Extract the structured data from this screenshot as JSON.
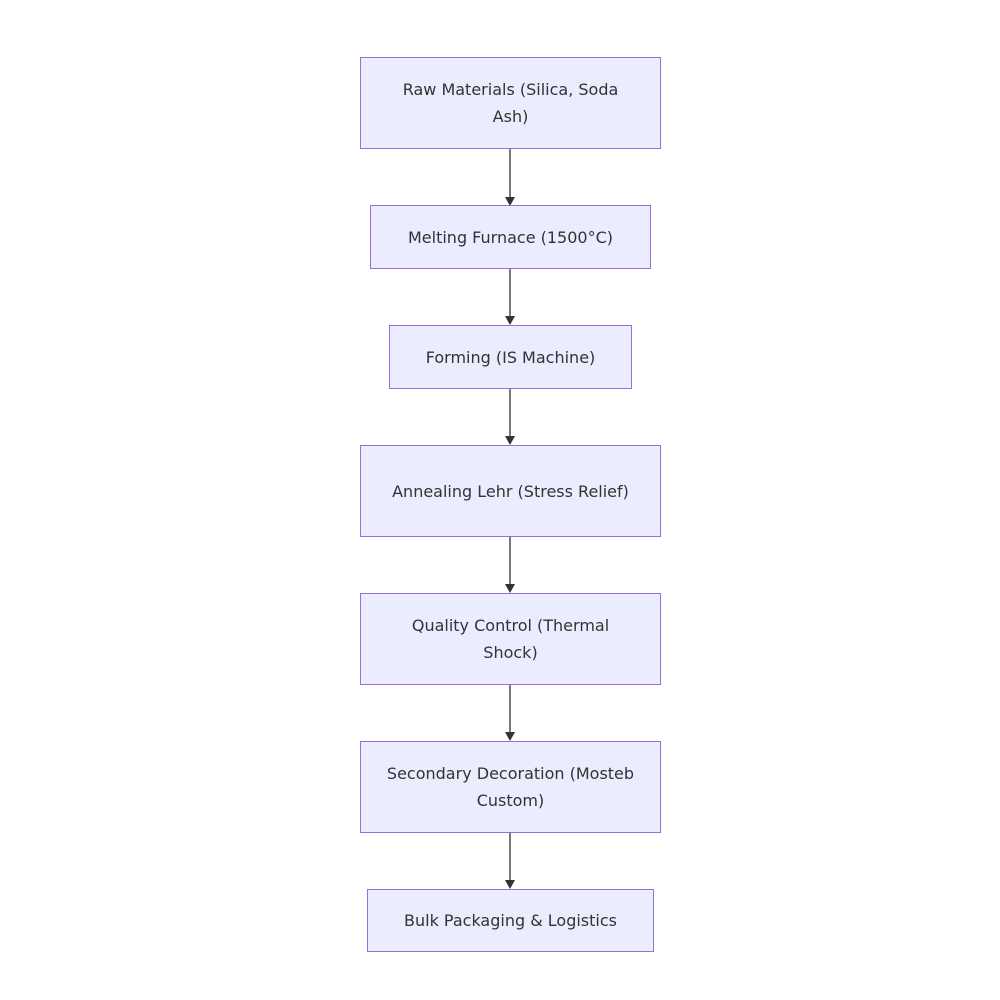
{
  "diagram": {
    "type": "flowchart",
    "direction": "top-down",
    "colors": {
      "node_fill": "#ececff",
      "node_border": "#9370db",
      "text": "#333333",
      "edge": "#333333"
    },
    "nodes": [
      {
        "id": "raw",
        "label": "Raw Materials (Silica, Soda Ash)"
      },
      {
        "id": "melt",
        "label": "Melting Furnace (1500°C)"
      },
      {
        "id": "form",
        "label": "Forming (IS Machine)"
      },
      {
        "id": "anneal",
        "label": "Annealing Lehr (Stress Relief)"
      },
      {
        "id": "qc",
        "label": "Quality Control (Thermal Shock)"
      },
      {
        "id": "deco",
        "label": "Secondary Decoration (Mosteb Custom)"
      },
      {
        "id": "pack",
        "label": "Bulk Packaging & Logistics"
      }
    ],
    "edges": [
      {
        "from": "raw",
        "to": "melt"
      },
      {
        "from": "melt",
        "to": "form"
      },
      {
        "from": "form",
        "to": "anneal"
      },
      {
        "from": "anneal",
        "to": "qc"
      },
      {
        "from": "qc",
        "to": "deco"
      },
      {
        "from": "deco",
        "to": "pack"
      }
    ]
  }
}
